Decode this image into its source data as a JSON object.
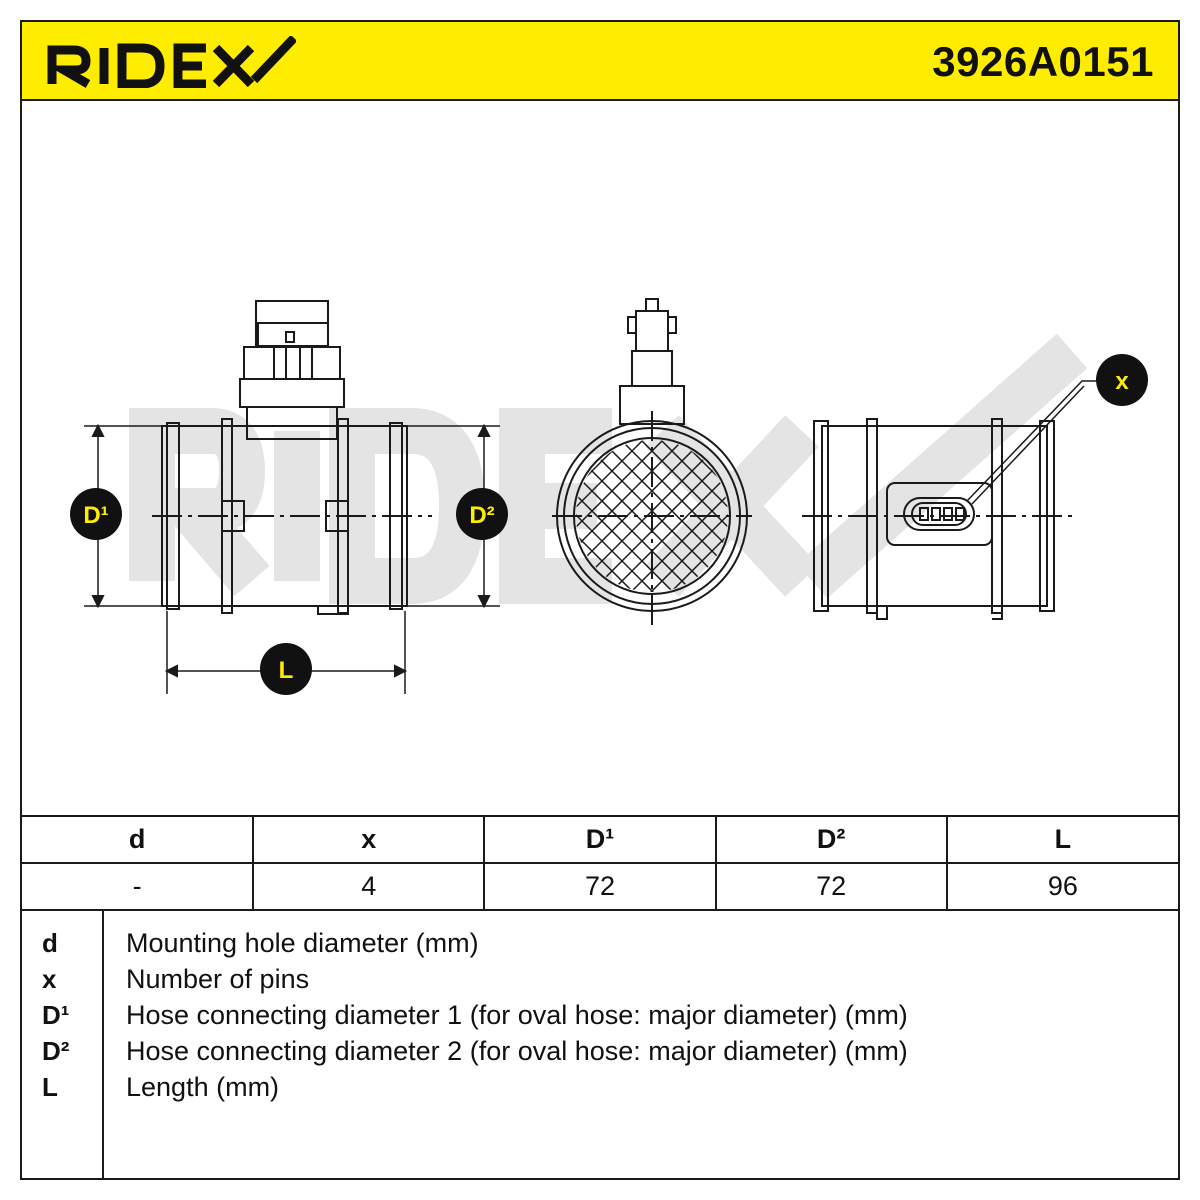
{
  "header": {
    "brand": "RIDEX",
    "part_number": "3926A0151"
  },
  "labels": {
    "d1": "D¹",
    "d2": "D²",
    "length": "L",
    "pins": "x"
  },
  "colors": {
    "accent_yellow": "#ffed00",
    "ink": "#1a1a1a",
    "watermark": "#e4e4e4"
  },
  "spec_table": {
    "headers": [
      "d",
      "x",
      "D¹",
      "D²",
      "L"
    ],
    "values": [
      "-",
      "4",
      "72",
      "72",
      "96"
    ]
  },
  "legend": [
    {
      "symbol": "d",
      "description": "Mounting hole diameter (mm)"
    },
    {
      "symbol": "x",
      "description": "Number of pins"
    },
    {
      "symbol": "D¹",
      "description": "Hose connecting diameter 1 (for oval hose: major diameter) (mm)"
    },
    {
      "symbol": "D²",
      "description": "Hose connecting diameter 2 (for oval hose: major diameter) (mm)"
    },
    {
      "symbol": "L",
      "description": "Length (mm)"
    }
  ]
}
